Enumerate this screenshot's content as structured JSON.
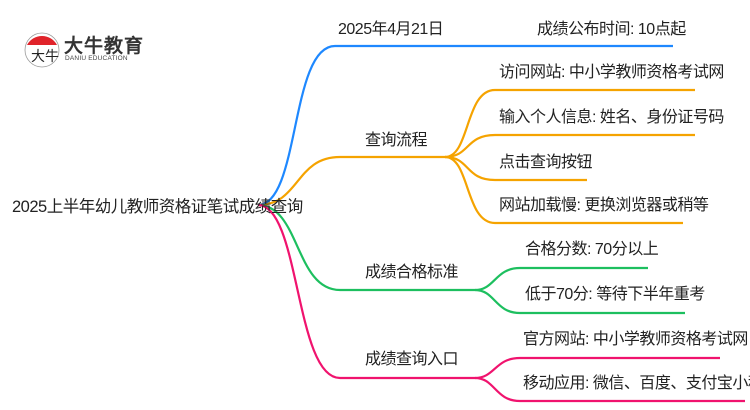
{
  "logo": {
    "name": "大牛教育",
    "subtitle": "DANIU EDUCATION"
  },
  "root": "2025上半年幼儿教师资格证笔试成绩查询",
  "branches": [
    {
      "label": "2025年4月21日",
      "color": "#1e88ff",
      "children": [
        "成绩公布时间: 10点起"
      ]
    },
    {
      "label": "查询流程",
      "color": "#f5a300",
      "children": [
        "访问网站: 中小学教师资格考试网",
        "输入个人信息: 姓名、身份证号码",
        "点击查询按钮",
        "网站加载慢: 更换浏览器或稍等"
      ]
    },
    {
      "label": "成绩合格标准",
      "color": "#1dbf5f",
      "children": [
        "合格分数: 70分以上",
        "低于70分: 等待下半年重考"
      ]
    },
    {
      "label": "成绩查询入口",
      "color": "#f0136e",
      "children": [
        "官方网站: 中小学教师资格考试网",
        "移动应用: 微信、百度、支付宝小程序"
      ]
    }
  ]
}
